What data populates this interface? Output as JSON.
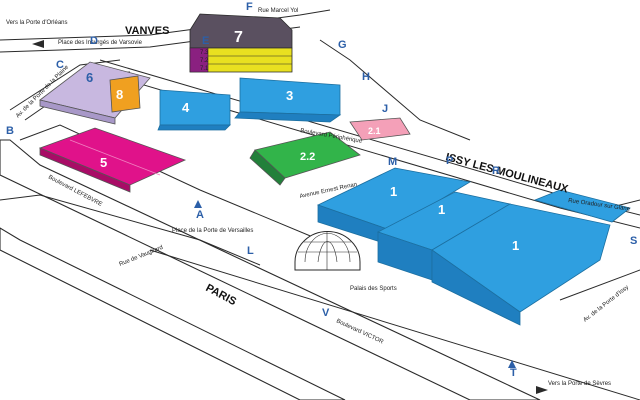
{
  "map": {
    "places": {
      "vanves": "VANVES",
      "issy": "ISSY LES MOULINEAUX",
      "paris": "PARIS"
    },
    "streets": {
      "rue_marcel_yol": "Rue Marcel Yol",
      "porte_orleans": "Vers la Porte d'Orléans",
      "place_insurges": "Place des Insurgés de Varsovie",
      "av_porte_plaine": "Av. de la Porte de la Plaine",
      "bd_lefebvre": "Boulevard LEFEBVRE",
      "bd_peripherique": "Boulevard Périphérique",
      "av_ernest_renan": "Avenue Ernest Renan",
      "place_porte_versailles": "Place de la Porte de Versailles",
      "rue_vaugirard": "Rue de Vaugirard",
      "palais_sports": "Palais des Sports",
      "bd_victor": "Boulevard VICTOR",
      "rue_oradour": "Rue Oradour sur Glane",
      "av_porte_issy": "Av. de la Porte d'Issy",
      "porte_sevres": "Vers la Porte de Sèvres"
    },
    "halls": {
      "h7": "7",
      "h7_levels": [
        "7.3",
        "7.2",
        "7.1"
      ],
      "h6": "6",
      "h8": "8",
      "h4": "4",
      "h3": "3",
      "h5": "5",
      "h2_1": "2.1",
      "h2_2": "2.2",
      "h1a": "1",
      "h1b": "1",
      "h1c": "1"
    },
    "gates": {
      "A": "A",
      "B": "B",
      "C": "C",
      "D": "D",
      "E": "E",
      "F": "F",
      "G": "G",
      "H": "H",
      "J": "J",
      "L": "L",
      "M": "M",
      "P": "P",
      "R": "R",
      "S": "S",
      "T": "T",
      "V": "V"
    },
    "colors": {
      "hall_blue": "#2f9fe0",
      "hall_purple": "#c8b8e0",
      "hall_orange": "#f0a020",
      "hall_magenta": "#e0128a",
      "hall_green": "#32b44a",
      "hall_pink": "#f4a0b8",
      "hall_dark": "#5a5060",
      "hall_yellow": "#e8e020",
      "gate_blue": "#2c5fa8"
    }
  }
}
